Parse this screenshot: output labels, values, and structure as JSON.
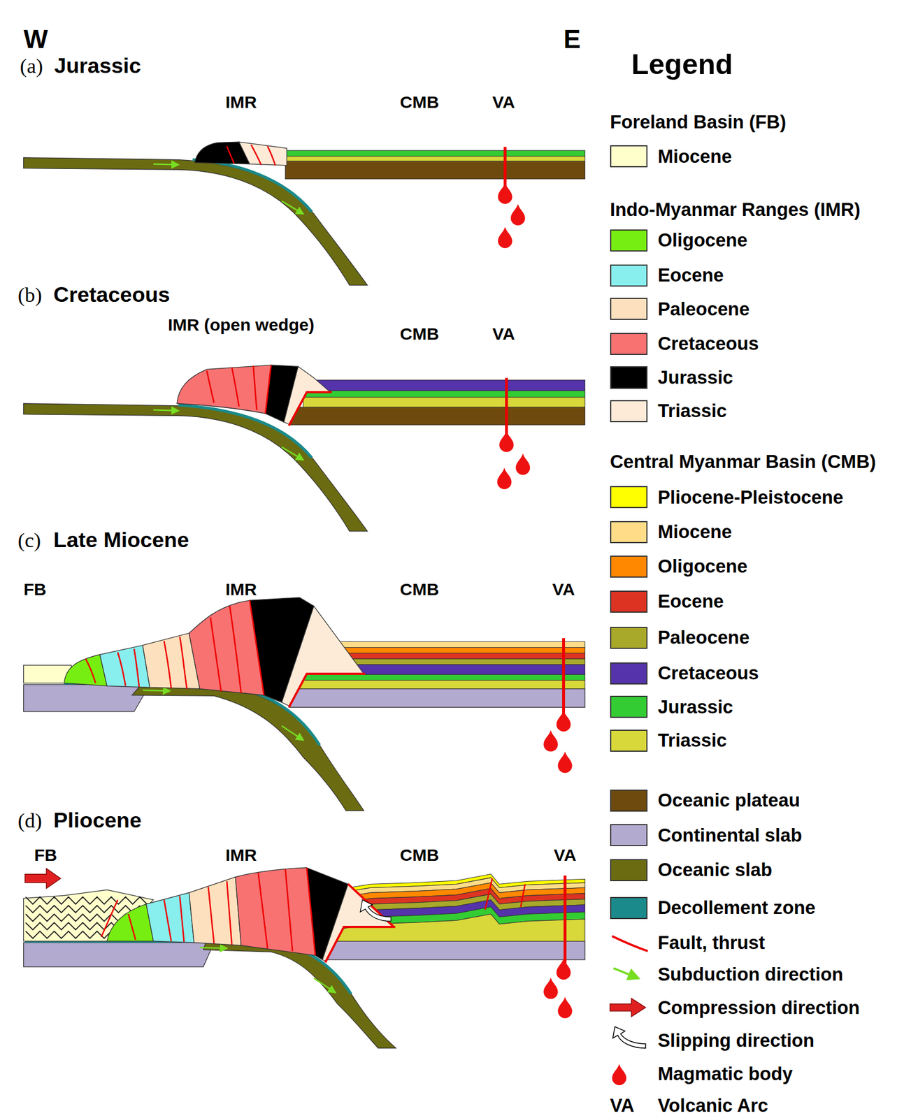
{
  "diagram": {
    "labels": [
      "W",
      "E",
      "(a)",
      "Jurassic",
      "IMR",
      "CMB",
      "VA",
      "(b)",
      "Cretaceous",
      "IMR (open wedge)",
      "CMB",
      "VA",
      "(c)",
      "Late Miocene",
      "FB",
      "IMR",
      "CMB",
      "VA",
      "(d)",
      "Pliocene",
      "FB",
      "IMR",
      "CMB",
      "VA",
      "Legend",
      "Foreland Basin (FB)",
      "Indo-Myanmar Ranges (IMR)",
      "Central Myanmar Basin (CMB)",
      "VA"
    ],
    "legend": [
      {
        "text": "Miocene",
        "color": "#ffffcc"
      },
      {
        "text": "Oligocene",
        "color": "#77ee11"
      },
      {
        "text": "Eocene",
        "color": "#88eeee"
      },
      {
        "text": "Paleocene",
        "color": "#fde0bd"
      },
      {
        "text": "Cretaceous",
        "color": "#f87272"
      },
      {
        "text": "Jurassic",
        "color": "#000000"
      },
      {
        "text": "Triassic",
        "color": "#fdebd8"
      },
      {
        "text": "Pliocene-Pleistocene",
        "color": "#ffff00"
      },
      {
        "text": "Miocene",
        "color": "#ffdd88"
      },
      {
        "text": "Oligocene",
        "color": "#ff8800"
      },
      {
        "text": "Eocene",
        "color": "#dd3322"
      },
      {
        "text": "Paleocene",
        "color": "#a8a82a"
      },
      {
        "text": "Cretaceous",
        "color": "#5533aa"
      },
      {
        "text": "Jurassic",
        "color": "#33cc33"
      },
      {
        "text": "Triassic",
        "color": "#d8d83a"
      },
      {
        "text": "Oceanic plateau",
        "color": "#6e4a0e"
      },
      {
        "text": "Continental slab",
        "color": "#b3aad0"
      },
      {
        "text": "Oceanic slab",
        "color": "#6b6b12"
      },
      {
        "text": "Decollement zone",
        "color": "#1a8a8a"
      },
      {
        "text": "Fault, thrust"
      },
      {
        "text": "Subduction direction"
      },
      {
        "text": "Compression direction"
      },
      {
        "text": "Slipping direction"
      },
      {
        "text": "Magmatic body"
      },
      {
        "text": "Volcanic Arc"
      }
    ]
  }
}
